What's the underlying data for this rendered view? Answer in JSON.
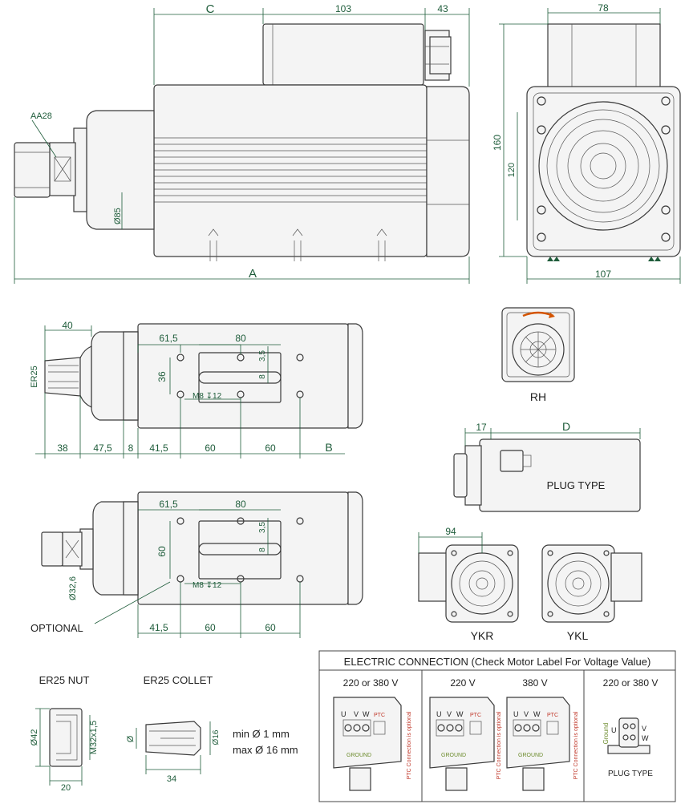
{
  "top_side": {
    "dim_c": "C",
    "dim_103": "103",
    "dim_43": "43",
    "dim_a": "A",
    "label_aa28": "AA28",
    "label_d85": "Ø85"
  },
  "top_front": {
    "dim_78": "78",
    "dim_160": "160",
    "dim_120": "120",
    "dim_107": "107"
  },
  "mount_top": {
    "dim_40": "40",
    "label_er25": "ER25",
    "dim_61_5": "61,5",
    "dim_80": "80",
    "dim_3_5": "3,5",
    "dim_8": "8",
    "dim_36": "36",
    "label_m8": "M8 ↧12",
    "dim_38": "38",
    "dim_47_5": "47,5",
    "dim_8b": "8",
    "dim_41_5": "41,5",
    "dim_60a": "60",
    "dim_60b": "60",
    "dim_b": "B"
  },
  "rh": {
    "label": "RH"
  },
  "plug_side": {
    "dim_17": "17",
    "dim_d": "D",
    "label": "PLUG TYPE"
  },
  "mount_bottom": {
    "dim_61_5": "61,5",
    "dim_80": "80",
    "dim_3_5": "3,5",
    "dim_8": "8",
    "dim_60v": "60",
    "label_m8": "M8 ↧12",
    "label_d32": "Ø32,6",
    "dim_41_5": "41,5",
    "dim_60a": "60",
    "dim_60b": "60",
    "label_optional": "OPTIONAL"
  },
  "yk": {
    "dim_94": "94",
    "label_ykr": "YKR",
    "label_ykl": "YKL"
  },
  "nut": {
    "title": "ER25  NUT",
    "dim_d42": "Ø42",
    "dim_m32": "M32x1,5",
    "dim_20": "20"
  },
  "collet": {
    "title": "ER25  COLLET",
    "dim_phi": "Ø",
    "dim_d16": "Ø16",
    "dim_34": "34",
    "min_text": "min  Ø   1 mm",
    "max_text": "max Ø 16 mm"
  },
  "electric": {
    "title": "ELECTRIC CONNECTION  (Check Motor Label For Voltage Value)",
    "col1_v": "220  or  380 V",
    "col2_v": "220 V",
    "col3_v": "380 V",
    "col4_v": "220  or  380 V",
    "u": "U",
    "v": "V",
    "w": "W",
    "ptc": "PTC",
    "ground": "GROUND",
    "ptc_note": "PTC Connection is optional",
    "plug_ground": "Ground",
    "plug_u": "U",
    "plug_v": "V",
    "plug_w": "W",
    "plug_type": "PLUG  TYPE"
  }
}
